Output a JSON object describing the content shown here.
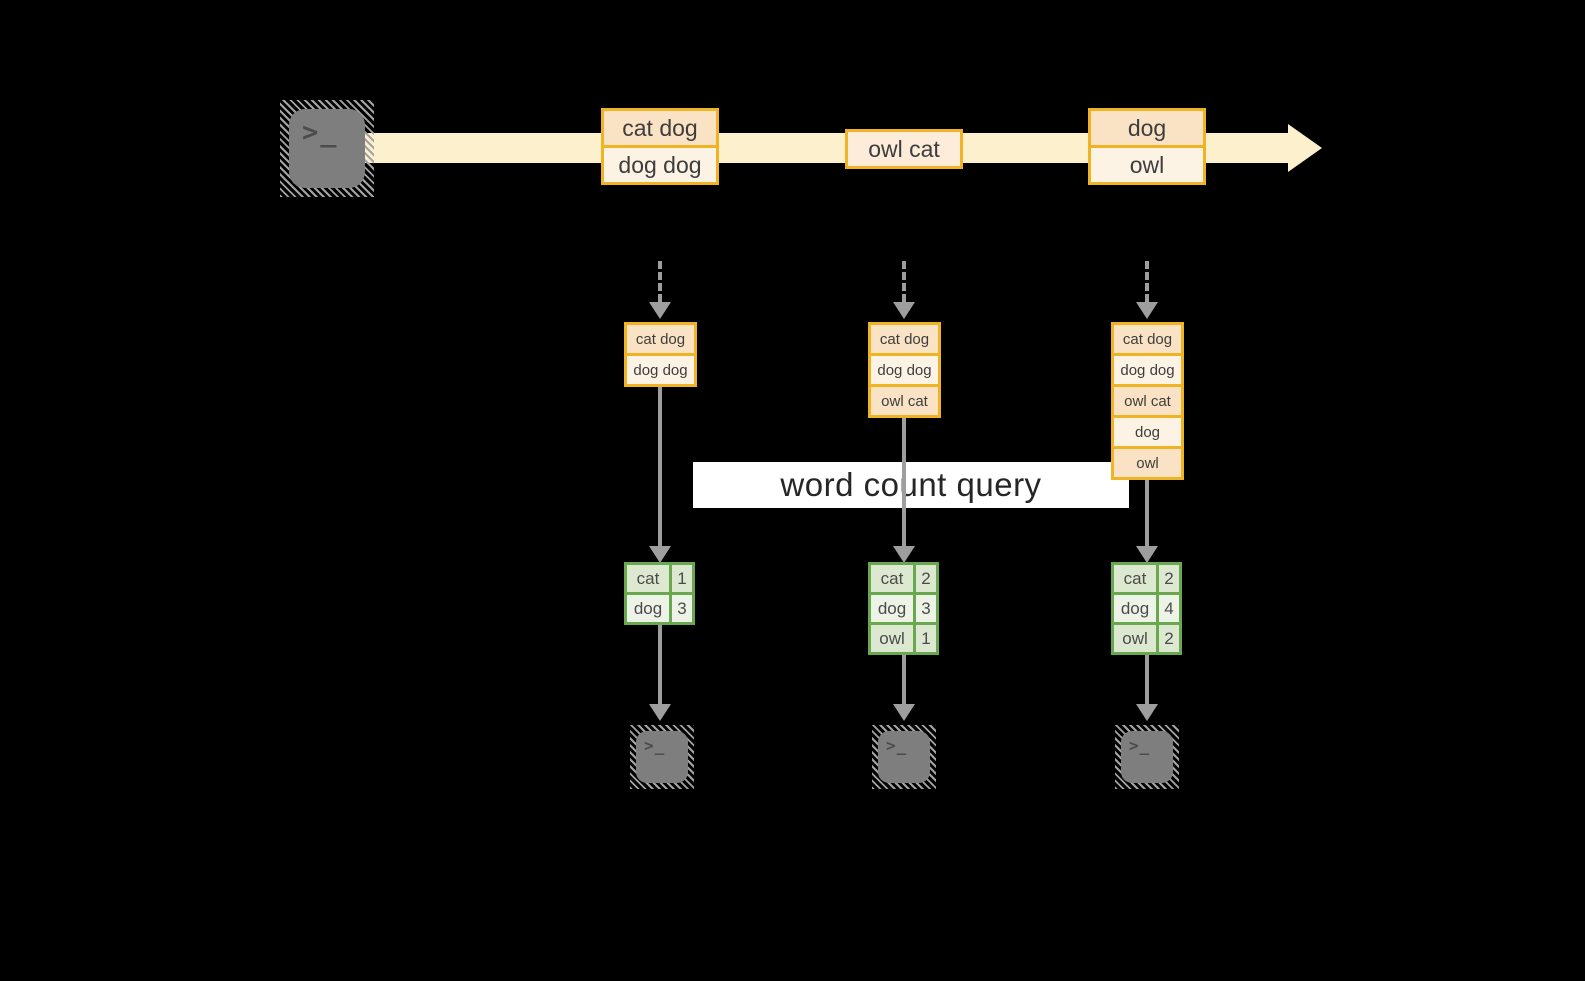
{
  "diagram": {
    "query_label": "word count query",
    "terminal_glyph": ">_",
    "stream_events": [
      {
        "rows": [
          "cat dog",
          "dog dog"
        ]
      },
      {
        "rows": [
          "owl cat"
        ]
      },
      {
        "rows": [
          "dog",
          "owl"
        ]
      }
    ],
    "pipelines": [
      {
        "buffer": [
          "cat dog",
          "dog dog"
        ],
        "counts": [
          {
            "word": "cat",
            "value": "1"
          },
          {
            "word": "dog",
            "value": "3"
          }
        ]
      },
      {
        "buffer": [
          "cat dog",
          "dog dog",
          "owl cat"
        ],
        "counts": [
          {
            "word": "cat",
            "value": "2"
          },
          {
            "word": "dog",
            "value": "3"
          },
          {
            "word": "owl",
            "value": "1"
          }
        ]
      },
      {
        "buffer": [
          "cat dog",
          "dog dog",
          "owl cat",
          "dog",
          "owl"
        ],
        "counts": [
          {
            "word": "cat",
            "value": "2"
          },
          {
            "word": "dog",
            "value": "4"
          },
          {
            "word": "owl",
            "value": "2"
          }
        ]
      }
    ],
    "colors": {
      "background": "#000000",
      "stream_band": "#fdf0cd",
      "event_border": "#f0b323",
      "event_fill_dark": "#fae3c4",
      "event_fill_light": "#fdf3e4",
      "event_fill_mid": "#fcecd9",
      "table_border": "#6aa84f",
      "table_fill_dark": "#dde8d1",
      "table_fill_light": "#eef3e8",
      "arrow_gray": "#9e9e9e",
      "terminal_gray": "#7e7e7e",
      "query_band": "#ffffff"
    }
  }
}
